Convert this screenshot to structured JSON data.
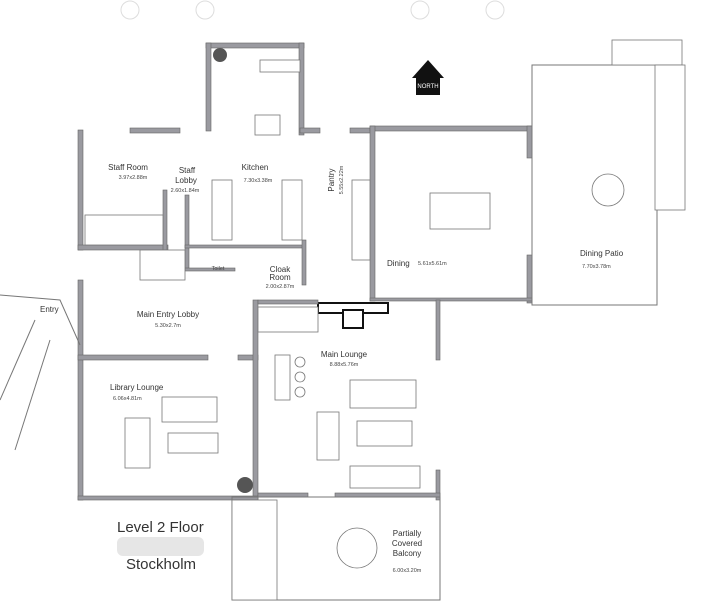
{
  "plan": {
    "title": "Level 2 Floor",
    "subtitle": "Stockholm",
    "north_label": "NORTH",
    "rooms": {
      "staff_room": {
        "name": "Staff Room",
        "size": "3.97x2.88m"
      },
      "staff_lobby": {
        "name1": "Staff",
        "name2": "Lobby",
        "size": "2.60x1.84m"
      },
      "kitchen": {
        "name": "Kitchen",
        "size": "7.30x3.38m"
      },
      "pantry": {
        "name": "Pantry",
        "size": "5.55x2.22m"
      },
      "toilet": {
        "name": "Toilet"
      },
      "cloak_room": {
        "name1": "Cloak",
        "name2": "Room",
        "size": "2.00x2.87m"
      },
      "dining": {
        "name": "Dining",
        "size": "5.61x5.61m"
      },
      "dining_patio": {
        "name": "Dining Patio",
        "size": "7.70x3.78m"
      },
      "entry": {
        "name": "Entry"
      },
      "main_entry_lobby": {
        "name": "Main Entry Lobby",
        "size": "5.30x2.7m"
      },
      "main_lounge": {
        "name": "Main Lounge",
        "size": "8.88x5.76m"
      },
      "library_lounge": {
        "name": "Library Lounge",
        "size": "6.06x4.81m"
      },
      "balcony": {
        "name1": "Partially",
        "name2": "Covered",
        "name3": "Balcony",
        "size": "6.00x3.20m"
      }
    }
  }
}
